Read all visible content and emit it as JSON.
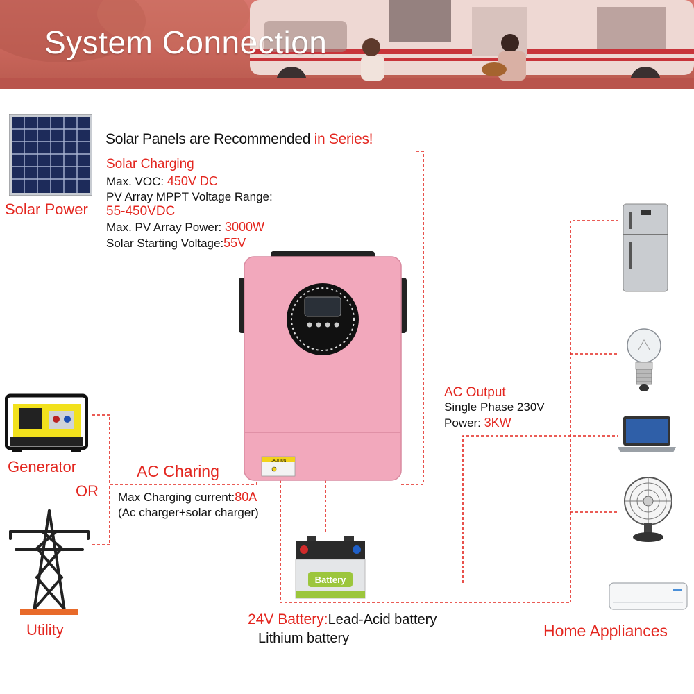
{
  "header": {
    "title": "System Connection"
  },
  "solar": {
    "label": "Solar Power",
    "recommend_prefix": "Solar Panels are Recommended",
    "recommend_suffix": " in Series!",
    "section_title": "Solar Charging",
    "voc_label": "Max. VOC: ",
    "voc_value": "450V DC",
    "mppt_label": "PV Array MPPT Voltage Range:",
    "mppt_value": "55-450VDC",
    "power_label": "Max. PV Array Power: ",
    "power_value": "3000W",
    "start_label": "Solar Starting Voltage:",
    "start_value": "55V"
  },
  "generator": {
    "label": "Generator",
    "or": "OR"
  },
  "utility": {
    "label": "Utility"
  },
  "ac_charging": {
    "title": "AC Charing",
    "current_label": "Max Charging current:",
    "current_value": "80A",
    "note": "(Ac charger+solar charger)"
  },
  "ac_output": {
    "title": "AC Output",
    "phase": "Single Phase 230V",
    "power_label": "Power: ",
    "power_value": "3KW"
  },
  "battery": {
    "icon_text": "Battery",
    "voltage": "24V Battery:",
    "type1": "Lead-Acid battery",
    "type2": "Lithium battery"
  },
  "appliances": {
    "label": "Home Appliances"
  },
  "inverter": {
    "caution": "CAUTION"
  },
  "colors": {
    "accent_red": "#e3261f",
    "inverter_pink": "#f2a8bc",
    "header_bg": "#c9665b"
  }
}
